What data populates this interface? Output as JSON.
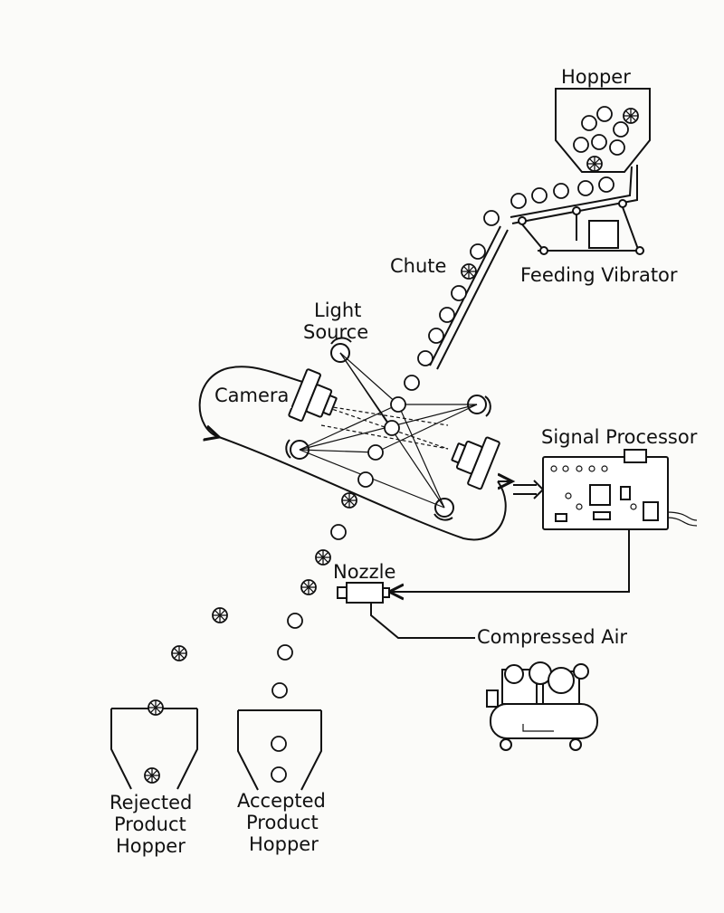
{
  "labels": {
    "hopper": "Hopper",
    "chute": "Chute",
    "feeding_vibrator": "Feeding Vibrator",
    "light_source_1": "Light",
    "light_source_2": "Source",
    "camera": "Camera",
    "signal_processor": "Signal Processor",
    "nozzle": "Nozzle",
    "compressed_air": "Compressed Air",
    "rejected_1": "Rejected",
    "rejected_2": "Product",
    "rejected_3": "Hopper",
    "accepted_1": "Accepted",
    "accepted_2": "Product",
    "accepted_3": "Hopper"
  }
}
